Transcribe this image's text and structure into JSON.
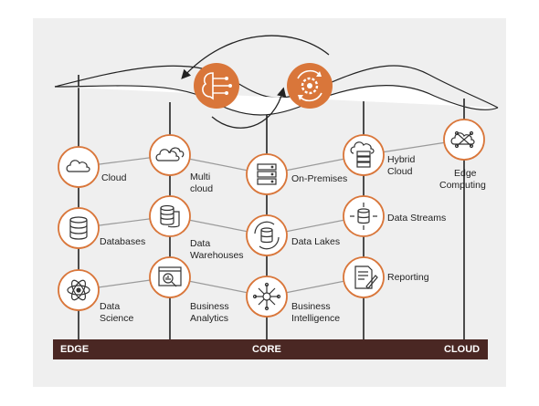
{
  "colors": {
    "accent": "#d9763a",
    "node_border": "#d9763a",
    "node_fill": "#ffffff",
    "bar": "#4a2723",
    "panel": "#efefef",
    "lines": "#9a9a9a"
  },
  "hero_icons": [
    {
      "id": "ai-brain",
      "icon": "brain-circuit-icon"
    },
    {
      "id": "sync-gear",
      "icon": "gear-refresh-icon"
    }
  ],
  "nodes": {
    "cloud": {
      "label": "Cloud",
      "icon": "cloud-icon"
    },
    "multi_cloud": {
      "label_1": "Multi",
      "label_2": "cloud",
      "icon": "clouds-icon"
    },
    "on_premises": {
      "label": "On-Premises",
      "icon": "server-icon"
    },
    "hybrid_cloud": {
      "label_1": "Hybrid",
      "label_2": "Cloud",
      "icon": "cloud-server-icon"
    },
    "edge_computing": {
      "label_1": "Edge",
      "label_2": "Computing",
      "icon": "cloud-network-icon"
    },
    "databases": {
      "label": "Databases",
      "icon": "database-icon"
    },
    "data_warehouses": {
      "label_1": "Data",
      "label_2": "Warehouses",
      "icon": "database-stack-icon"
    },
    "data_lakes": {
      "label": "Data Lakes",
      "icon": "database-cycle-icon"
    },
    "data_streams": {
      "label": "Data Streams",
      "icon": "database-arrows-icon"
    },
    "data_science": {
      "label_1": "Data",
      "label_2": "Science",
      "icon": "atom-icon"
    },
    "business_analytics": {
      "label_1": "Business",
      "label_2": "Analytics",
      "icon": "analytics-window-icon"
    },
    "business_intelligence": {
      "label_1": "Business",
      "label_2": "Intelligence",
      "icon": "network-hub-icon"
    },
    "reporting": {
      "label": "Reporting",
      "icon": "document-pen-icon"
    }
  },
  "bar": {
    "edge": "EDGE",
    "core": "CORE",
    "cloud": "CLOUD"
  }
}
